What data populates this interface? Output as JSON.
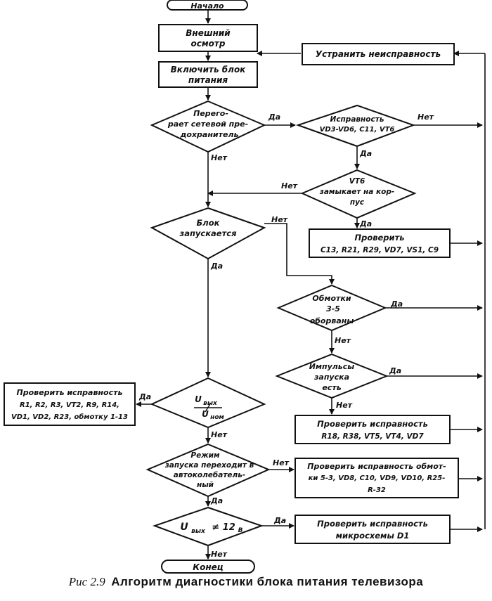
{
  "labels": {
    "start": "Начало",
    "end": "Конец",
    "yes": "Да",
    "no": "Нет"
  },
  "nodes": {
    "external_inspection": [
      "Внешний",
      "осмотр"
    ],
    "power_on": [
      "Включить блок",
      "питания"
    ],
    "fix_fault": [
      "Устранить неисправность"
    ],
    "fuse_blown": [
      "Перего-",
      "рает сетевой пре-",
      "дохранитель"
    ],
    "check_vd": [
      "Исправность",
      "VD3-VD6, C11, VT6"
    ],
    "vt6_short": [
      "VT6",
      "замыкает на кор-",
      "пус"
    ],
    "unit_starts": [
      "Блок",
      "запускается"
    ],
    "check_c13": [
      "Проверить",
      "C13, R21, R29, VD7, VS1, C9"
    ],
    "windings_broken": [
      "Обмотки",
      "3-5",
      "оборваны"
    ],
    "start_pulses": [
      "Импульсы",
      "запуска",
      "есть"
    ],
    "check_r1": [
      "Проверить исправность",
      "R1, R2, R3, VT2, R9, R14,",
      "VD1, VD2, R23, обмотку 1-13"
    ],
    "u_ratio": [
      "U",
      "вых",
      "U",
      "ном"
    ],
    "check_r18": [
      "Проверить исправность",
      "R18, R38, VT5, VT4, VD7"
    ],
    "start_mode": [
      "Режим",
      "запуска переходит в",
      "автоколебатель-",
      "ный"
    ],
    "check_winding": [
      "Проверить исправность обмот-",
      "ки 5-3, VD8, C10, VD9, VD10, R25-",
      "R-32"
    ],
    "u_ne_12": [
      "U",
      "вых",
      "≠ 12",
      "В"
    ],
    "check_chip": [
      "Проверить исправность",
      "микросхемы D1"
    ]
  },
  "caption": {
    "lead": "Рис  2.9",
    "text": "Алгоритм  диагностики  блока  питания  телевизора"
  }
}
